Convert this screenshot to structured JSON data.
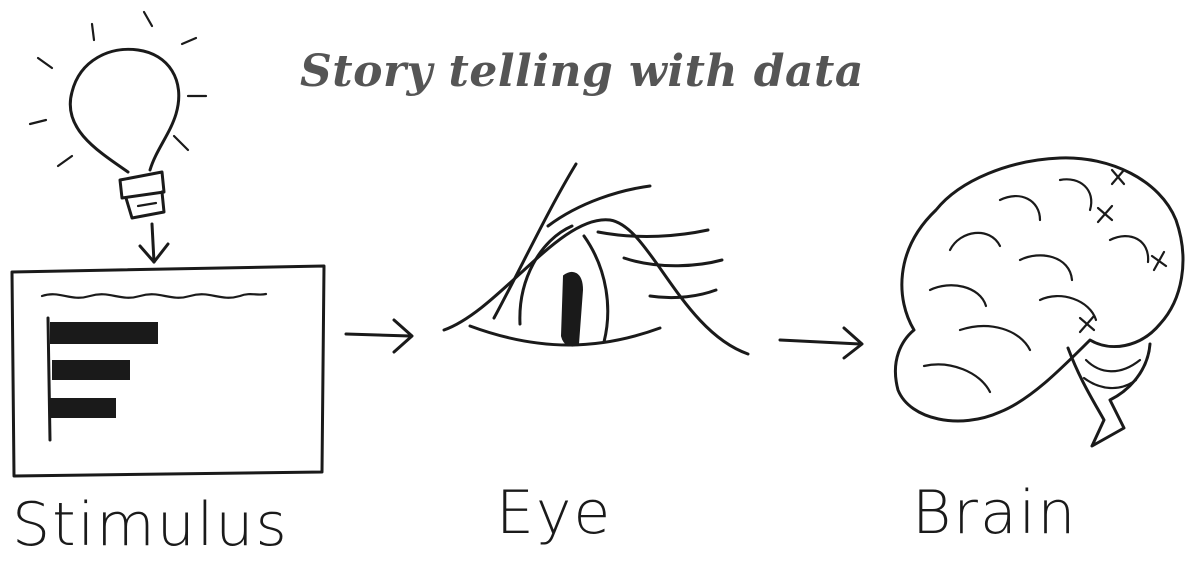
{
  "title": "Story telling with data",
  "labels": {
    "stimulus": "Stimulus",
    "eye": "Eye",
    "brain": "Brain"
  },
  "colors": {
    "ink": "#1a1a1a",
    "title": "#555555",
    "background": "#ffffff"
  },
  "icons": [
    "lightbulb-icon",
    "chart-panel-icon",
    "eye-icon",
    "brain-icon",
    "arrow-right-icon",
    "arrow-down-icon"
  ]
}
